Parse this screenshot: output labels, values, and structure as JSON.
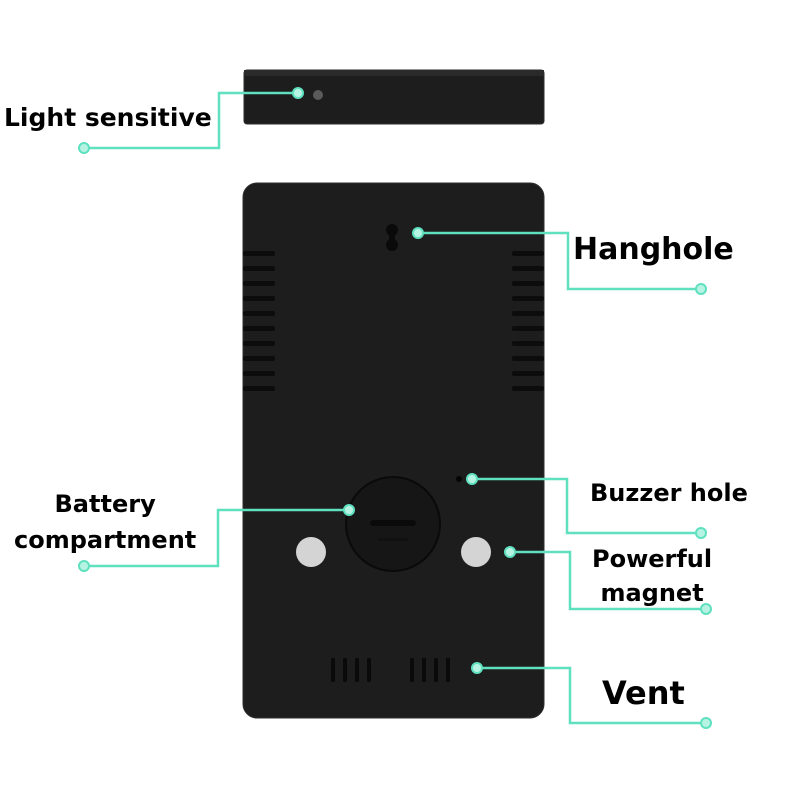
{
  "colors": {
    "device": "#1d1d1e",
    "device_edge": "#3a3a3b",
    "slot": "#0c0c0c",
    "magnet": "#d4d4d4",
    "callout": "#5fe0bf",
    "callout_dot": "#b7f3e2"
  },
  "labels": {
    "light_sensitive": "Light sensitive",
    "hanghole": "Hanghole",
    "battery_line1": "Battery",
    "battery_line2": "compartment",
    "buzzer_hole": "Buzzer hole",
    "magnet_line1": "Powerful",
    "magnet_line2": "magnet",
    "vent": "Vent"
  }
}
